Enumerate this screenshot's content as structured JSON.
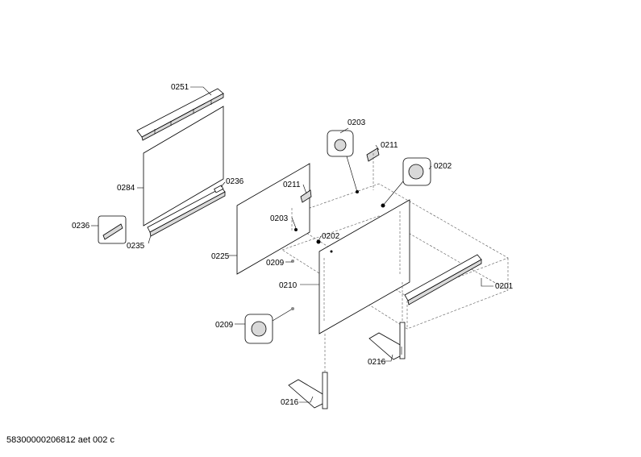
{
  "labels": {
    "l0251": "0251",
    "l0284": "0284",
    "l0236a": "0236",
    "l0236b": "0236",
    "l0235": "0235",
    "l0225": "0225",
    "l0211a": "0211",
    "l0211b": "0211",
    "l0203a": "0203",
    "l0203b": "0203",
    "l0202a": "0202",
    "l0202b": "0202",
    "l0209a": "0209",
    "l0209b": "0209",
    "l0210": "0210",
    "l0201": "0201",
    "l0216a": "0216",
    "l0216b": "0216"
  },
  "footer": {
    "document_code": "58300000206812 aet 002 c"
  }
}
